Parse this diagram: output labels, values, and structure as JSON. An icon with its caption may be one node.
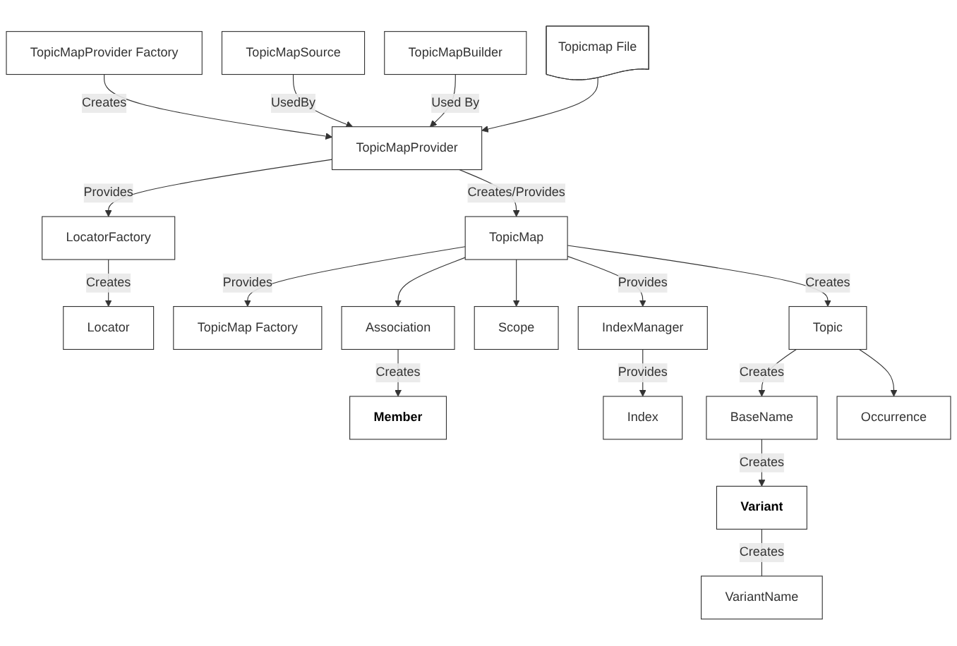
{
  "diagram": {
    "nodes": [
      {
        "text": [
          "TopicMapProvider Factory"
        ]
      },
      {
        "text": [
          "TopicMapSource"
        ]
      },
      {
        "text": [
          "LocatorFactory"
        ]
      },
      {
        "text": [
          "TopicMapProvider"
        ]
      },
      {
        "text": [
          "TopicMapBuilder"
        ]
      },
      {
        "text": [
          "Locator"
        ]
      },
      {
        "text": [
          "TopicMap Factory"
        ]
      },
      {
        "text": [
          "TopicMap"
        ]
      },
      {
        "text": [
          "Topicmap File"
        ]
      },
      {
        "text": [
          "Topic"
        ]
      },
      {
        "text": [
          "Scope"
        ]
      },
      {
        "text": [
          "Association"
        ]
      },
      {
        "text": [
          "IndexManager"
        ]
      },
      {
        "text": [
          "Member"
        ]
      },
      {
        "text": [
          "Index"
        ]
      },
      {
        "text": [
          "BaseName"
        ]
      },
      {
        "text": [
          "Occurrence"
        ]
      },
      {
        "text": [
          "Variant"
        ]
      },
      {
        "text": [
          "VariantName"
        ]
      }
    ],
    "edges": [
      {
        "from": 0,
        "to": 3,
        "arrow": "to",
        "label": "Creates"
      },
      {
        "from": 1,
        "to": 3,
        "arrow": "to",
        "label": "UsedBy"
      },
      {
        "from": 3,
        "to": 2,
        "arrow": "to",
        "label": "Provides"
      },
      {
        "from": 4,
        "to": 3,
        "arrow": "to",
        "label": "Used By"
      },
      {
        "from": 8,
        "to": 3,
        "arrow": "to"
      },
      {
        "from": 2,
        "to": 5,
        "arrow": "to",
        "label": "Creates"
      },
      {
        "from": 3,
        "to": 7,
        "arrow": "to",
        "label": "Creates/Provides"
      },
      {
        "from": 7,
        "to": 6,
        "arrow": "to",
        "label": "Provides"
      },
      {
        "from": 7,
        "to": 12,
        "arrow": "to",
        "label": "Provides"
      },
      {
        "from": 7,
        "to": 9,
        "arrow": "to",
        "label": "Creates"
      },
      {
        "from": 7,
        "to": 10,
        "arrow": "to"
      },
      {
        "from": 7,
        "to": 11,
        "arrow": "to"
      },
      {
        "from": 11,
        "to": 13,
        "arrow": "to",
        "label": "Creates"
      },
      {
        "from": 12,
        "to": 14,
        "arrow": "to",
        "label": "Provides"
      },
      {
        "from": 9,
        "to": 15,
        "arrow": "to",
        "label": "Creates"
      },
      {
        "from": 9,
        "to": 16,
        "arrow": "to"
      },
      {
        "from": 15,
        "to": 17,
        "arrow": "to",
        "label": "Creates"
      },
      {
        "from": 17,
        "to": 18,
        "arrow": "none",
        "label": "Creates"
      }
    ]
  }
}
